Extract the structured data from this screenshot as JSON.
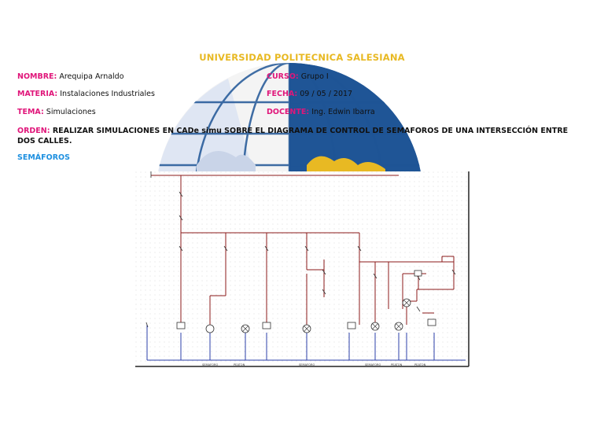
{
  "header": {
    "university": "UNIVERSIDAD POLITECNICA SALESIANA"
  },
  "fields": {
    "nombre": {
      "label": "NOMBRE:",
      "value": "Arequipa Arnaldo"
    },
    "curso": {
      "label": "CURSO:",
      "value": "Grupo I"
    },
    "materia": {
      "label": "MATERIA:",
      "value": "Instalaciones Industriales"
    },
    "fecha": {
      "label": "FECHA:",
      "value": "09 / 05 / 2017"
    },
    "tema": {
      "label": "TEMA:",
      "value": "Simulaciones"
    },
    "docente": {
      "label": "DOCENTE:",
      "value": "Ing. Edwin Ibarra"
    }
  },
  "orden": {
    "label": "ORDEN:",
    "text": "REALIZAR SIMULACIONES EN CADe simu SOBRE EL DIAGRAMA DE CONTROL DE SEMAFOROS DE UNA INTERSECCIÓN ENTRE DOS CALLES."
  },
  "section": {
    "title": "SEMÁFOROS"
  },
  "diagram": {
    "bottom_labels": [
      "SEMAFORO",
      "PEATON",
      "SEMAFORO",
      "SEMAFORO",
      "PEATON",
      "PEATON"
    ],
    "colors": {
      "phase": "#8b1a1a",
      "neutral": "#2b3fa8",
      "logo_blue": "#1a4f93",
      "logo_yellow": "#f2c200"
    }
  }
}
